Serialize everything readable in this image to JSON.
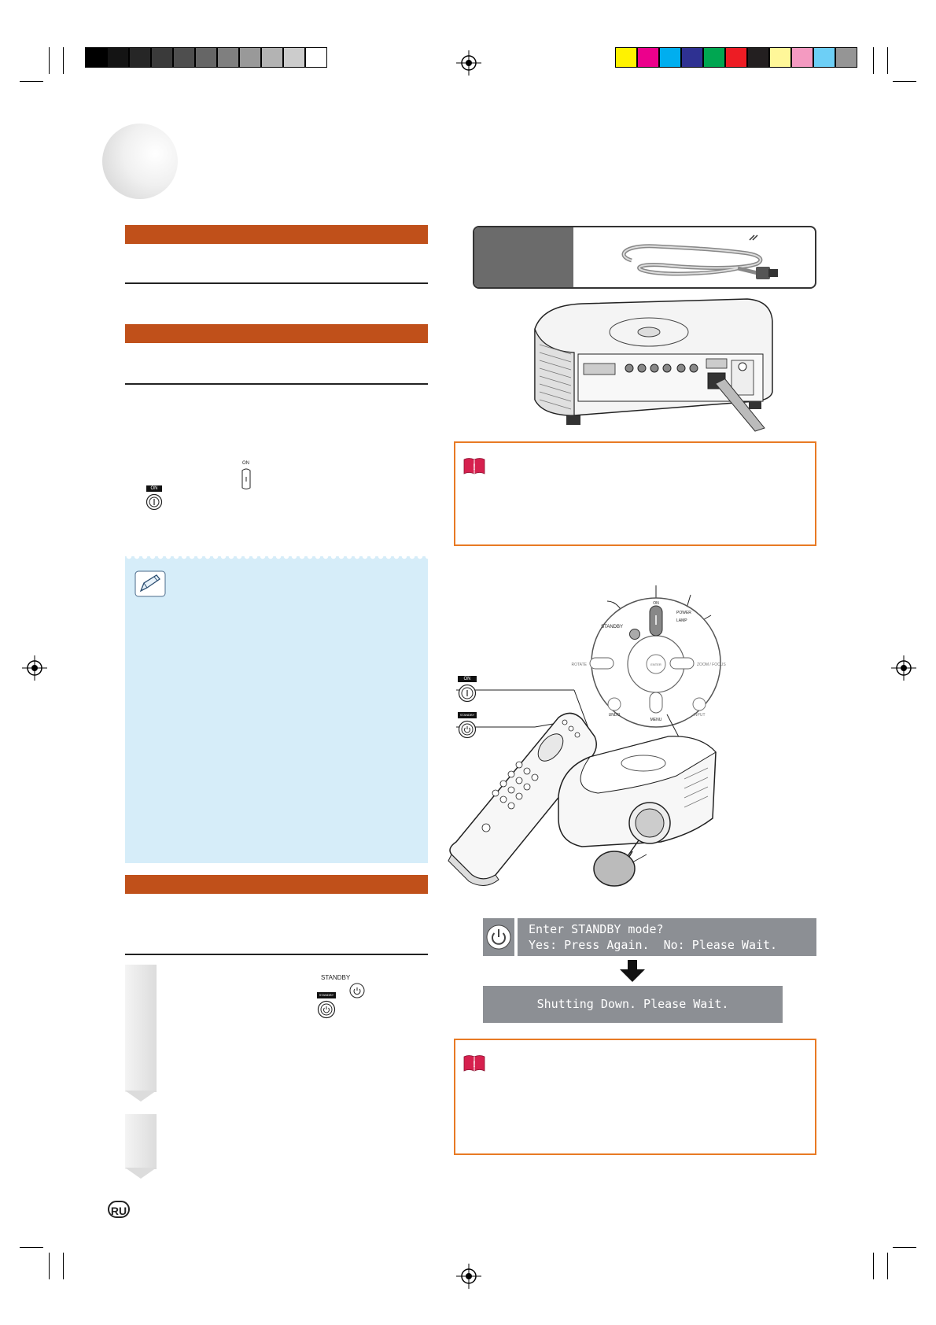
{
  "page_language_badge": "RU",
  "remote_labels": {
    "on": "ON",
    "standby": "STANDBY"
  },
  "osd": {
    "standby_prompt_line1": "Enter STANDBY mode?",
    "standby_prompt_line2": "Yes: Press Again.  No: Please Wait.",
    "shutting_down": "Shutting Down.  Please Wait."
  },
  "control_panel_labels": {
    "standby": "STANDBY",
    "on": "ON",
    "power": "POWER",
    "lamp": "LAMP",
    "undo": "UNDO",
    "menu": "MENU",
    "input": "INPUT",
    "rotate": "ROTATE",
    "zoom_focus": "ZOOM / FOCUS",
    "enter": "ENTER"
  },
  "colors": {
    "section_bar": "#c0501a",
    "important_border": "#e87a24",
    "note_panel": "#d6edf9",
    "osd_bg": "#8c8f94"
  },
  "grayscale_swatches": [
    "#000000",
    "#141414",
    "#262626",
    "#3a3a3a",
    "#4e4e4e",
    "#666666",
    "#7f7f7f",
    "#999999",
    "#b3b3b3",
    "#cccccc",
    "#ffffff"
  ],
  "color_swatches": [
    "#fff200",
    "#ec008c",
    "#00aeef",
    "#2e3192",
    "#00a651",
    "#ed1c24",
    "#231f20",
    "#fff799",
    "#f49ac1",
    "#6dcff6",
    "#959595"
  ]
}
